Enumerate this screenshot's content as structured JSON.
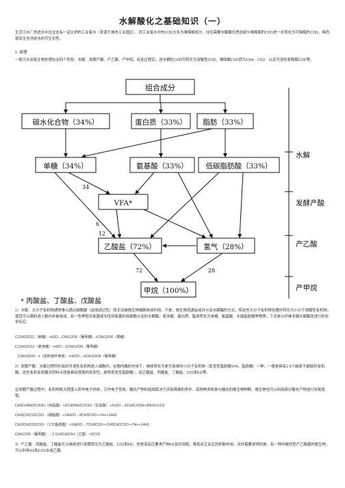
{
  "title": "水解酸化之基础知识（一）",
  "intro": "生活污水厂的进水中往往含有一定比例的工业废水（来源于城市工业园区），而工业废水中的COD大多为难降解成分，往往需要水解酸化把这部分难降解的COD进一步转化为可降解的COD，继而提高生化池进水的可生化性。",
  "section1": "1. 原理",
  "principle": "一般污水厌氧生物处理包含四个阶段：水解、发酵产酸、产乙酸、产甲烷。经此过程后，进水颗粒COD可转化为溶解性COD，难降解COD转为CH4、CO2、以及可溶性易降解COD等。",
  "diagram": {
    "root": "组合成分",
    "carb": "碳水化合物（34%）",
    "protein": "蛋白质（33%）",
    "fat": "脂肪（33%）",
    "mono": "单糖（34%）",
    "amino": "氨基酸（33%）",
    "lcfa": "低碳脂肪酸（33%）",
    "vfa": "VFA*",
    "acetate": "乙酸盐（72%）",
    "hydrogen": "氢气（28%）",
    "methane": "甲烷（100%）",
    "n34": "34",
    "n6": "6",
    "n12": "12",
    "n72": "72",
    "n28": "28",
    "stage_hydrolysis": "水解",
    "stage_ferment": "发酵产酸",
    "stage_acetic": "产乙酸",
    "stage_methane": "产甲烷",
    "footnote": "* 丙酸盐、丁酸盐、戊酸盐"
  },
  "hydrolysis_para": "1）水解：大分子有机物通常难以通过细胞膜（选择透过性）而无法被微生物细胞吸收利用。于是，微生物就通会成并分泌水解酶的方式，将这些大分子有机物在胞外转化为小分子溶解性有机物，使其可以顺利进入胞内并被吸收。如一些典型厌氧菌或专性厌氧菌利用细胞分泌的水解酶，将多糖、蛋白质、脂类转化为单糖、氨基酸、长链脂肪酸等物质。下式是以纤维多糖水解酶而进行的化学反应：",
  "reactions_a": [
    "C12H22O11（蔗糖）+H2O→C6H12O6（葡萄糖）+C6H12O6（果糖）",
    "C12H22O11（麦芽糖）+H2O→2C6H12O6（葡萄糖）",
    "（C6H10O5）n（淀粉或纤维素）+nH2O→nC6H12O6（葡萄糖）"
  ],
  "ferment_para": "2）发酵产酸：水解过程所形成的可溶性有机物进入细胞内，在胞内酶的作用下，继续转化为更为简单的小分子有机物（挥发性脂肪酸VFA、脂肪酸）一种；一般是具有1-6个碳原子碳链的有机酸，这些有机有机酸共同特点就是具有很强的挥发性，故称挥发性脂肪酸），如乙酸盐、丙酸盐、丁酸盐，CO2和H2等。",
  "ferment_para2": "在发酵产酸过程中，有机物既大程度上即作电子供体，又作电子受体。酸化产物的组成取决于厌氧降解的条件、底物种类和参与酸化的微生物种群。微生物也可以利用部分酸化产物进行厌氧增殖。",
  "reactions_b": [
    "CH3CHNH2COOH（丙氨酸）+2CH2NH2COOH（甘氨酸）+2H2O→3CH3COOH+3NH3+CO2",
    "CH3(CH2)16COO-（硬脂酸）+14H2O→8CH3COO-+7H++14H2",
    "CH3(CH2)15COO-（17C脂肪酸）+14H2O→7CH3COO-+CH3CH2COO-+7H++14H2",
    "C6H12O6（葡萄糖）→2 CH3CH2OH（乙醇）+2CO2"
  ],
  "acetic_para": "3）产乙酸：丙酸盐、丁酸盐可以继续进行发酵转化为乙酸盐、CO2和H2，但是该反应要求产物H2及时消除，降低对正反应的抑制作用。另外需要说明的是，有一种叫做同型产乙酸菌的微生物，可以利用H2和CO2合成乙酸。"
}
